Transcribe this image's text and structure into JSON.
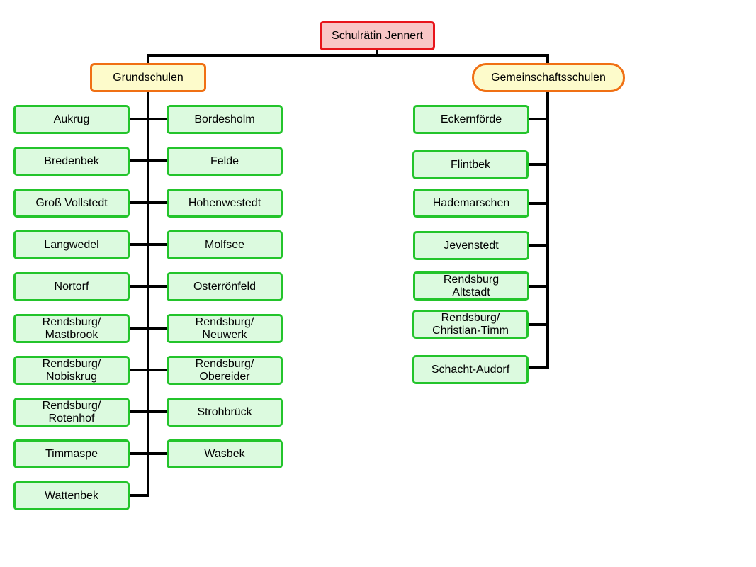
{
  "root": {
    "label": "Schulrätin Jennert"
  },
  "categories": {
    "grund": {
      "label": "Grundschulen"
    },
    "gemeinschaft": {
      "label": "Gemeinschaftsschulen"
    }
  },
  "grund_left": [
    {
      "label": "Aukrug"
    },
    {
      "label": "Bredenbek"
    },
    {
      "label": "Groß Vollstedt"
    },
    {
      "label": "Langwedel"
    },
    {
      "label": "Nortorf"
    },
    {
      "label": "Rendsburg/\nMastbrook"
    },
    {
      "label": "Rendsburg/\nNobiskrug"
    },
    {
      "label": "Rendsburg/\nRotenhof"
    },
    {
      "label": "Timmaspe"
    },
    {
      "label": "Wattenbek"
    }
  ],
  "grund_right": [
    {
      "label": "Bordesholm"
    },
    {
      "label": "Felde"
    },
    {
      "label": "Hohenwestedt"
    },
    {
      "label": "Molfsee"
    },
    {
      "label": "Osterrönfeld"
    },
    {
      "label": "Rendsburg/\nNeuwerk"
    },
    {
      "label": "Rendsburg/\nObereider"
    },
    {
      "label": "Strohbrück"
    },
    {
      "label": "Wasbek"
    }
  ],
  "gemeinschaft": [
    {
      "label": "Eckernförde"
    },
    {
      "label": "Flintbek"
    },
    {
      "label": "Hademarschen"
    },
    {
      "label": "Jevenstedt"
    },
    {
      "label": "Rendsburg\nAltstadt"
    },
    {
      "label": "Rendsburg/\nChristian-Timm"
    },
    {
      "label": "Schacht-Audorf"
    }
  ]
}
